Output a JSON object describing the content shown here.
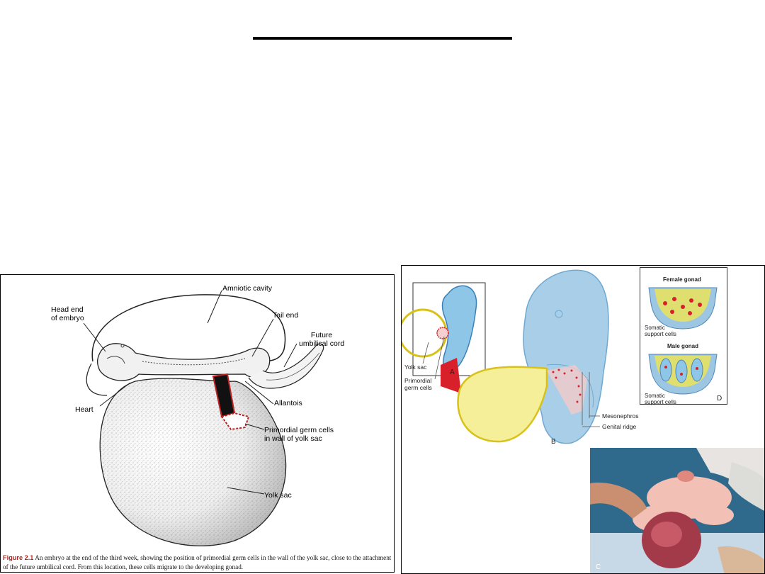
{
  "left_figure": {
    "labels": {
      "amniotic_cavity": "Amniotic cavity",
      "head_end": "Head end\nof embryo",
      "tail_end": "Tail end",
      "future_cord": "Future\numbilical cord",
      "heart": "Heart",
      "allantois": "Allantois",
      "germ_cells": "Primordial germ cells\nin wall of yolk sac",
      "yolk_sac": "Yolk sac"
    },
    "caption": {
      "figure_number": "Figure 2.1",
      "text": "An embryo at the end of the third week, showing the position of primordial germ cells in the wall of the yolk sac, close to the attachment of the future umbilical cord. From this location, these cells migrate to the developing gonad."
    }
  },
  "right_figure": {
    "labels": {
      "yolk_sac": "Yolk sac",
      "primordial_germ_cells": "Primordial\ngerm cells",
      "panel_a": "A",
      "panel_b": "B",
      "panel_c": "C",
      "panel_d": "D",
      "mesonephros": "Mesonephros",
      "genital_ridge": "Genital ridge",
      "female_gonad": "Female gonad",
      "male_gonad": "Male gonad",
      "somatic_support_cells_1": "Somatic\nsupport cells",
      "somatic_support_cells_2": "Somatic\nsupport cells"
    }
  },
  "colors": {
    "caption_figure_number": "#b3201a",
    "embryo_blue": "#a9cfe8",
    "yolk_yellow": "#f6ef9a",
    "germ_red": "#d8202a"
  }
}
